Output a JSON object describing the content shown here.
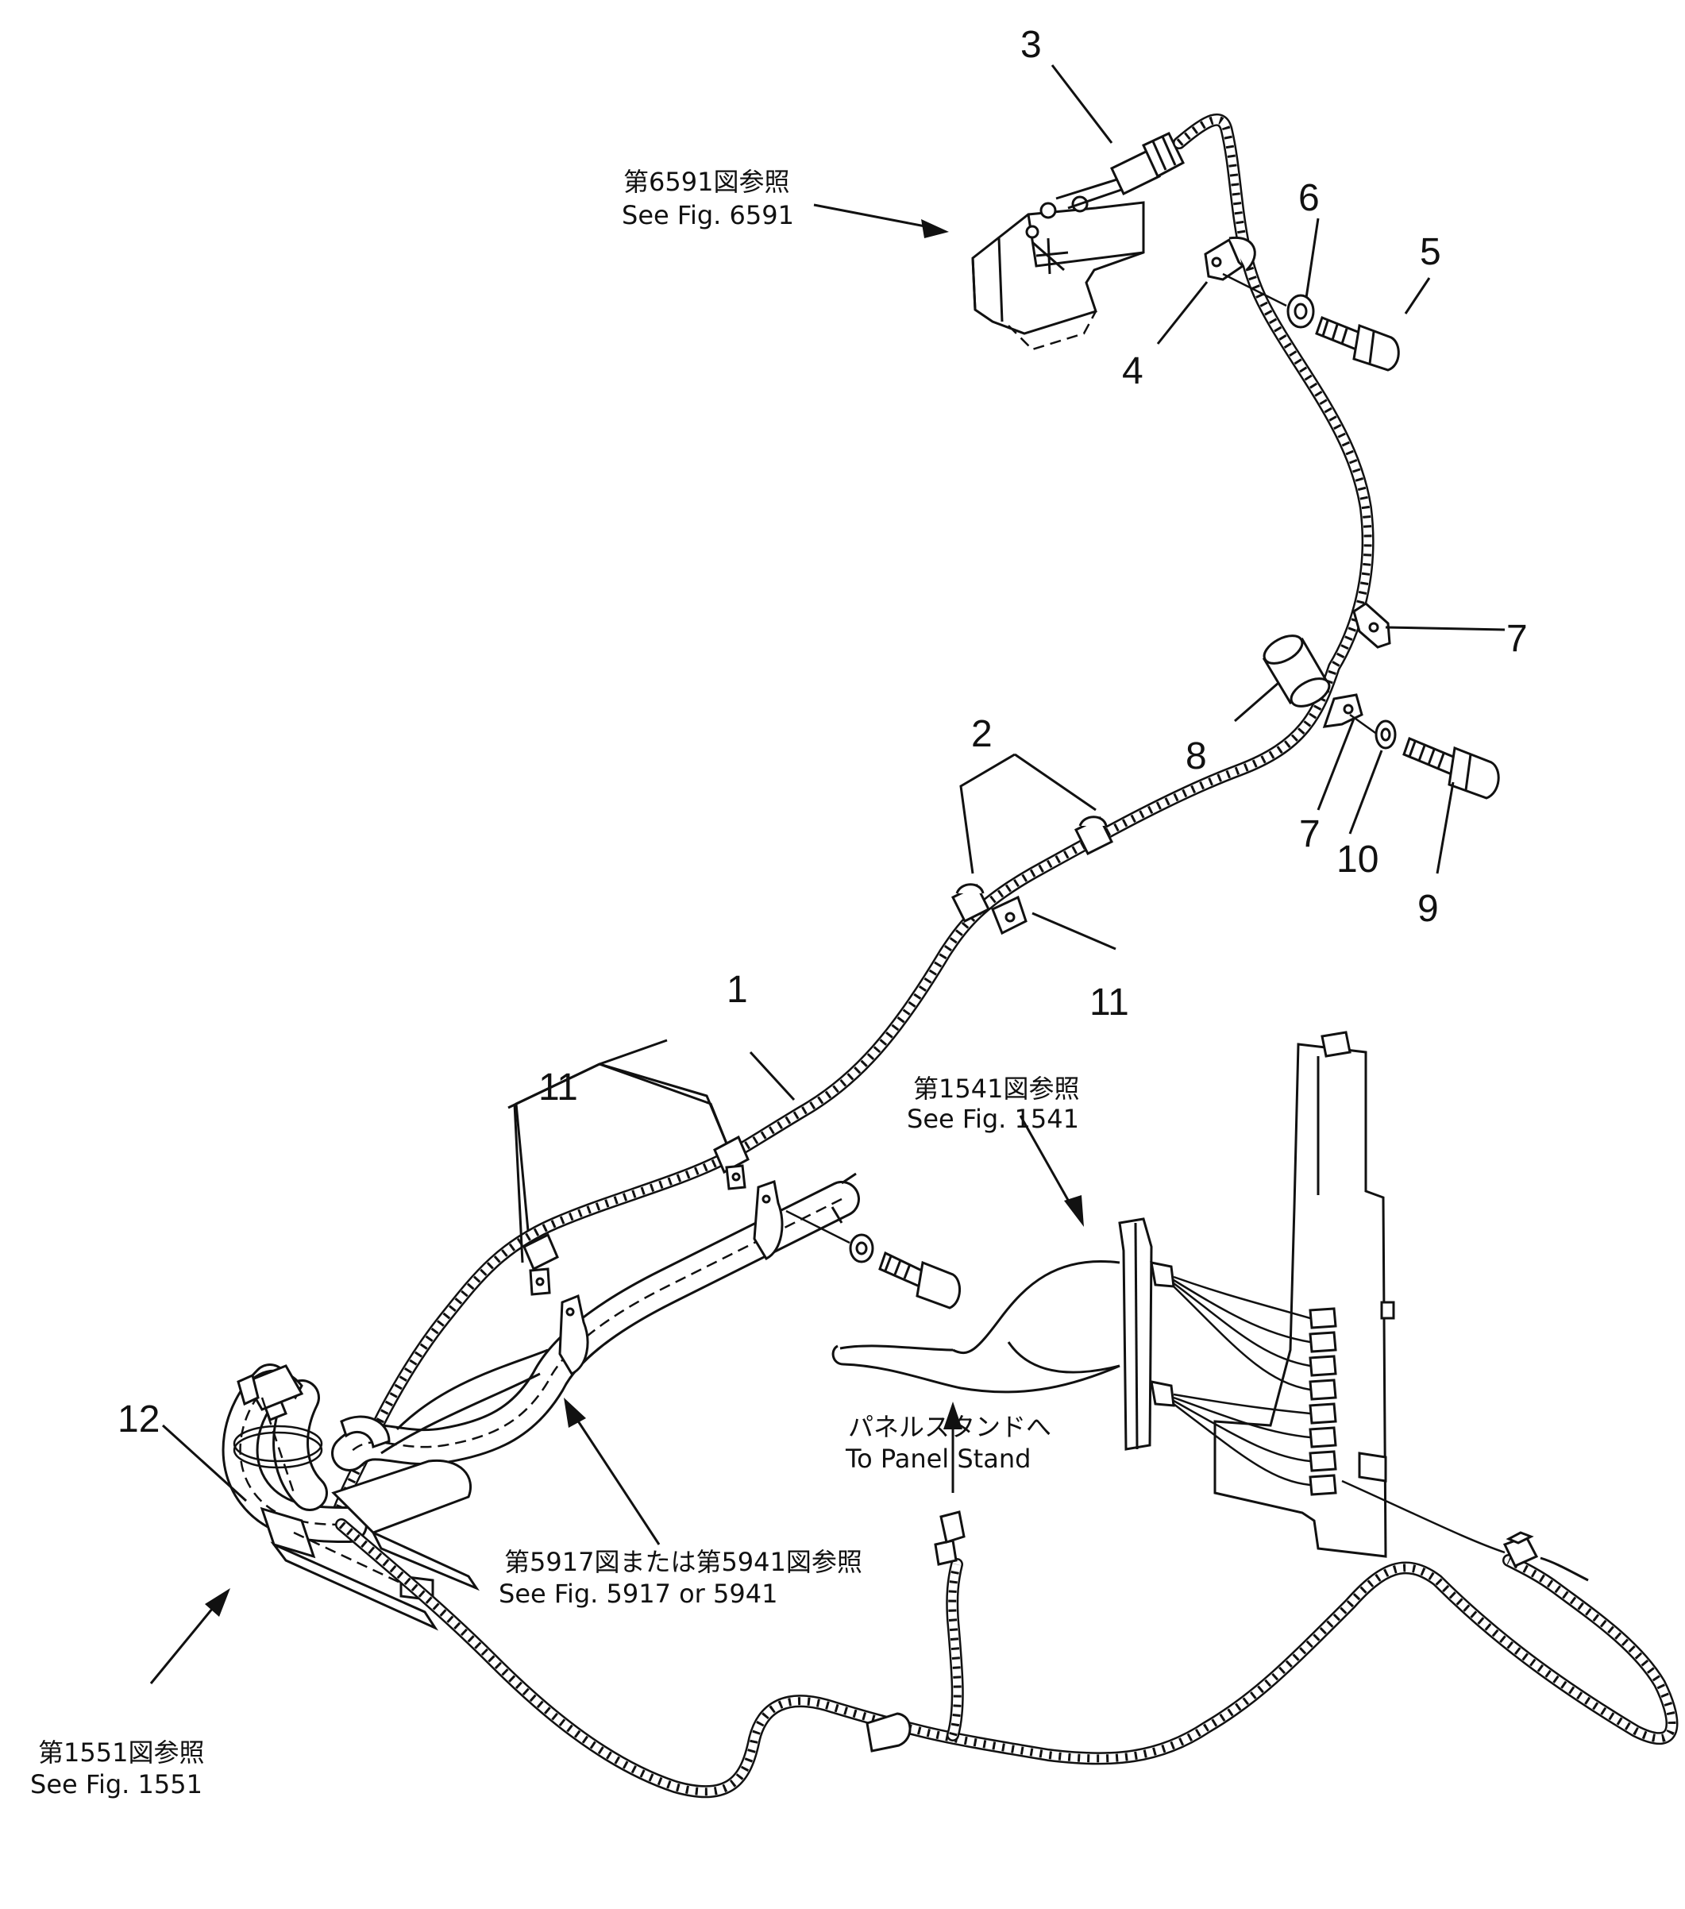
{
  "callouts": [
    {
      "id": "c3",
      "text": "3"
    },
    {
      "id": "c6",
      "text": "6"
    },
    {
      "id": "c5",
      "text": "5"
    },
    {
      "id": "c4",
      "text": "4"
    },
    {
      "id": "c7a",
      "text": "7"
    },
    {
      "id": "c8",
      "text": "8"
    },
    {
      "id": "c2",
      "text": "2"
    },
    {
      "id": "c7b",
      "text": "7"
    },
    {
      "id": "c10",
      "text": "10"
    },
    {
      "id": "c9",
      "text": "9"
    },
    {
      "id": "c11a",
      "text": "11"
    },
    {
      "id": "c1",
      "text": "1"
    },
    {
      "id": "c11b",
      "text": "11"
    },
    {
      "id": "c12",
      "text": "12"
    }
  ],
  "references": {
    "fig6591": {
      "jp": "第6591図参照",
      "en": "See Fig. 6591"
    },
    "fig1541": {
      "jp": "第1541図参照",
      "en": "See Fig. 1541"
    },
    "panel_stand": {
      "jp": "パネルスタンドへ",
      "en": "To Panel Stand"
    },
    "fig5917": {
      "jp": "第5917図または第5941図参照",
      "en": "See Fig. 5917 or 5941"
    },
    "fig1551": {
      "jp": "第1551図参照",
      "en": "See Fig. 1551"
    }
  }
}
